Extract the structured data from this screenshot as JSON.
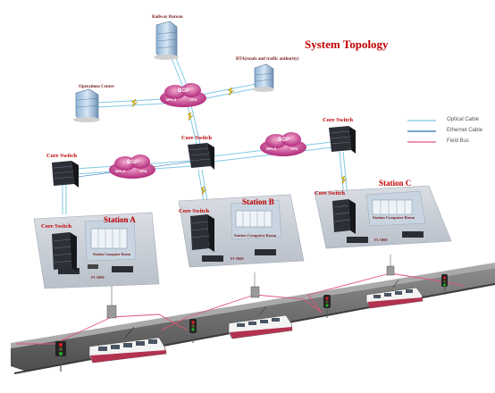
{
  "title": "System Topology",
  "nodes": {
    "railway_bureau": "Railway Bureau",
    "rta": "RTA(roads and traffic authority)",
    "operations_centre": "Operations Centre"
  },
  "core_switch_label": "Core Switch",
  "clouds": {
    "bgp": "BGP",
    "mpls": "MPLS",
    "vpn": "VPN"
  },
  "stations": {
    "a": {
      "name": "Station A",
      "room": "Station Computer Room",
      "device": "FI 5000"
    },
    "b": {
      "name": "Station B",
      "room": "Station Computer Room",
      "device": "FI 5000"
    },
    "c": {
      "name": "Station C",
      "room": "Station Computer Room",
      "device": "FI 5000"
    }
  },
  "legend": [
    {
      "label": "Optical Cable",
      "color": "#7fc9e6"
    },
    {
      "label": "Ethernet Cable",
      "color": "#2e6fb3"
    },
    {
      "label": "Field Bus",
      "color": "#e05577"
    }
  ]
}
